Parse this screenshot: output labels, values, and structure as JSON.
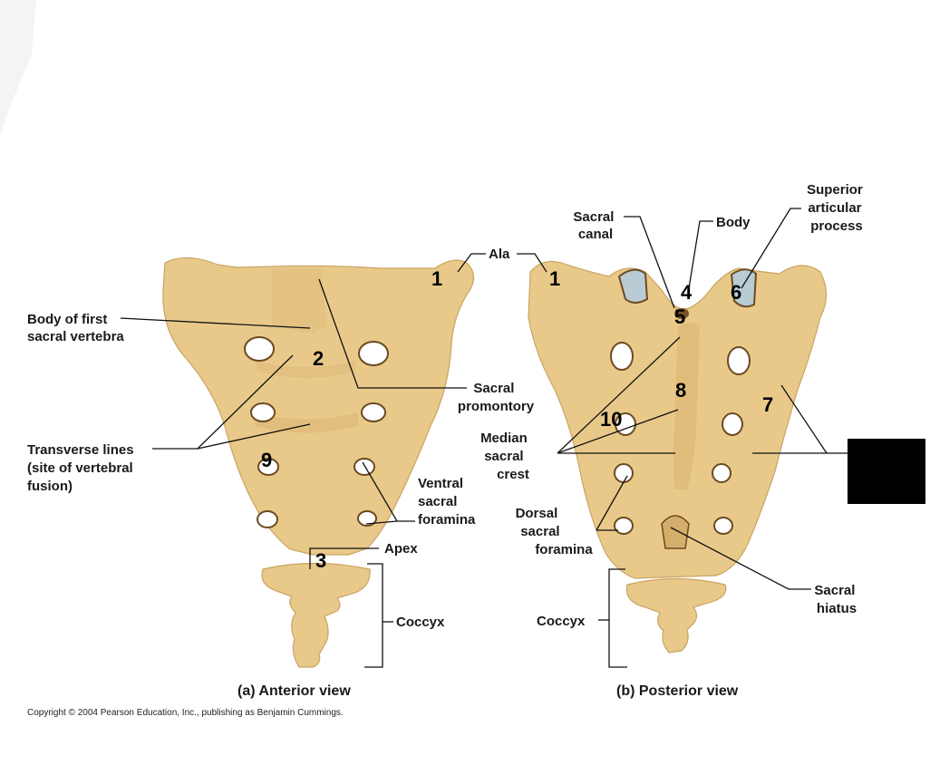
{
  "anterior": {
    "labels": {
      "body_first_sacral": [
        "Body of first",
        "sacral vertebra"
      ],
      "transverse_lines": [
        "Transverse lines",
        "(site of vertebral",
        "fusion)"
      ],
      "ala": "Ala",
      "sacral_promontory": [
        "Sacral",
        "promontory"
      ],
      "ventral_sacral_foramina": [
        "Ventral",
        "sacral",
        "foramina"
      ],
      "apex": "Apex",
      "coccyx": "Coccyx"
    },
    "numbers": {
      "n1": "1",
      "n2": "2",
      "n3": "3",
      "n9": "9"
    },
    "caption": "(a) Anterior view"
  },
  "posterior": {
    "labels": {
      "sacral_canal": [
        "Sacral",
        "canal"
      ],
      "body": "Body",
      "superior_articular_process": [
        "Superior",
        "articular",
        "process"
      ],
      "median_sacral_crest": [
        "Median",
        "sacral",
        "crest"
      ],
      "dorsal_sacral_foramina": [
        "Dorsal",
        "sacral",
        "foramina"
      ],
      "sacral_hiatus": [
        "Sacral",
        "hiatus"
      ],
      "coccyx": "Coccyx"
    },
    "numbers": {
      "n1": "1",
      "n4": "4",
      "n5": "5",
      "n6": "6",
      "n7": "7",
      "n8": "8",
      "n10": "10"
    },
    "caption": "(b) Posterior view"
  },
  "copyright": "Copyright © 2004 Pearson Education, Inc., publishing as Benjamin Cummings.",
  "colors": {
    "bone": "#e9c98a",
    "bone_outline": "#c9a461",
    "foramen_edge": "#6b4a22",
    "facet": "#b9cbd3",
    "redaction_box": "#000000"
  }
}
